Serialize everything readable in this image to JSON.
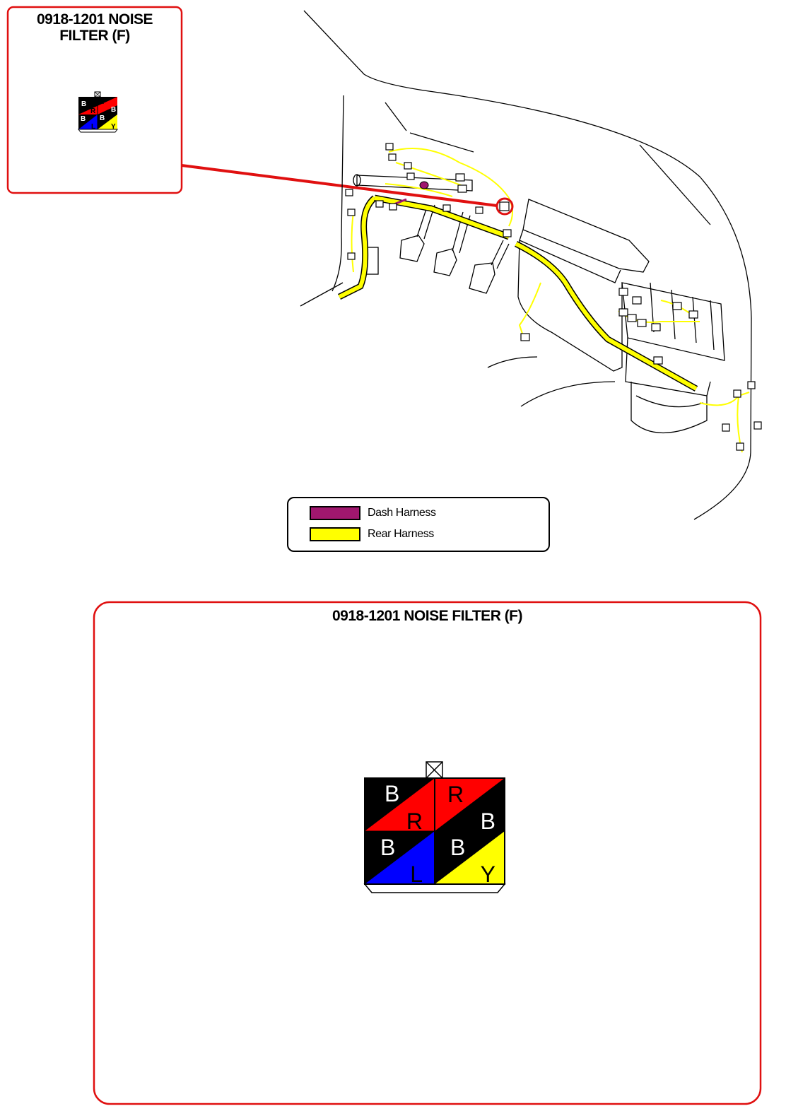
{
  "callout": {
    "title_line1": "0918-1201 NOISE",
    "title_line2": "FILTER (F)"
  },
  "detail": {
    "title": "0918-1201 NOISE FILTER (F)"
  },
  "legend": {
    "items": [
      {
        "label": "Dash Harness",
        "color": "#a0176e"
      },
      {
        "label": "Rear Harness",
        "color": "#ffff00"
      }
    ]
  },
  "connector": {
    "pins": [
      {
        "top": "B",
        "bottom": "R",
        "top_color": "#000000",
        "bottom_color": "#ff0000"
      },
      {
        "top": "R",
        "bottom": "B",
        "top_color": "#ff0000",
        "bottom_color": "#000000"
      },
      {
        "top": "B",
        "bottom": "L",
        "top_color": "#000000",
        "bottom_color": "#0000ff"
      },
      {
        "top": "B",
        "bottom": "Y",
        "top_color": "#000000",
        "bottom_color": "#ffff00"
      }
    ]
  },
  "colors": {
    "callout_border": "#e01010",
    "wire_outline": "#000000"
  }
}
